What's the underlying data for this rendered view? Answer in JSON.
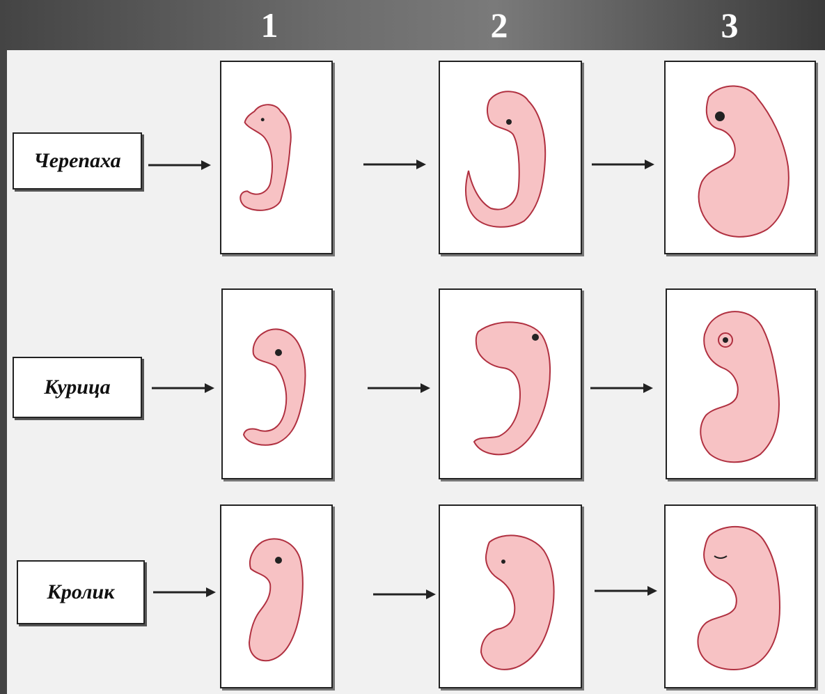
{
  "stages": [
    "1",
    "2",
    "3"
  ],
  "rows": [
    {
      "label": "Черепаха"
    },
    {
      "label": "Курица"
    },
    {
      "label": "Кролик"
    }
  ],
  "colors": {
    "embryo_fill": "#f7c2c4",
    "embryo_outline": "#b03040",
    "frame_border": "#222222",
    "panel_bg": "#f1f1f1"
  }
}
